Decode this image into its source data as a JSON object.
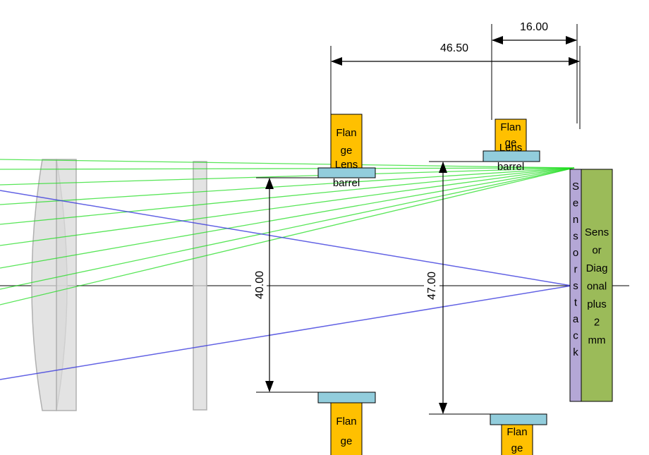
{
  "dimensions": {
    "top_span": "46.50",
    "right_span": "16.00",
    "left_height": "40.00",
    "right_height": "47.00"
  },
  "labels": {
    "flange_top_left": [
      "Flan",
      "ge"
    ],
    "lens_barrel_top_left": [
      "Lens",
      "barrel"
    ],
    "flange_top_right": [
      "Flan",
      "ge"
    ],
    "lens_barrel_top_right": [
      "Lens",
      "barrel"
    ],
    "flange_bottom_left": [
      "Flan",
      "ge"
    ],
    "flange_bottom_right": [
      "Flan",
      "ge"
    ],
    "sensor_stack": [
      "S",
      "e",
      "n",
      "s",
      "o",
      "r",
      "s",
      "t",
      "a",
      "c",
      "k"
    ],
    "sensor_diagonal": [
      "Sens",
      "or",
      "Diag",
      "onal",
      "plus",
      "2",
      "mm"
    ]
  },
  "colors": {
    "flange": "#ffc000",
    "lens_barrel": "#92cddc",
    "sensor_stack": "#b4a7d6",
    "sensor_diagonal": "#9bbb59",
    "lens_element": "#d9d9d9",
    "ray_green": "#22dd22",
    "ray_blue": "#3b3bdd",
    "axis": "#000000"
  }
}
